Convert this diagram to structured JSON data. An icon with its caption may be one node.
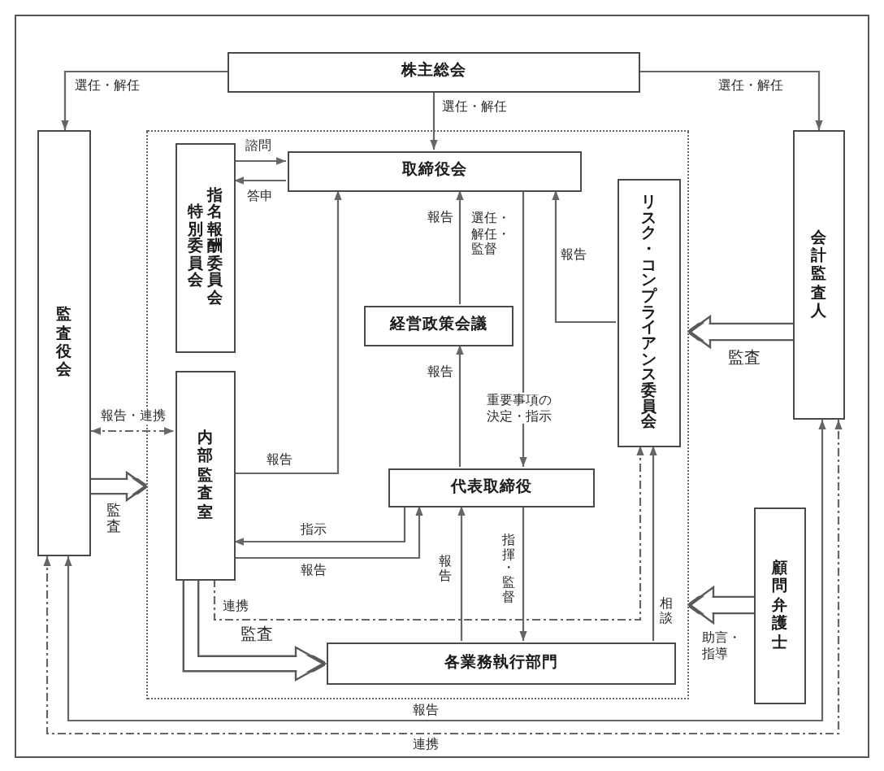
{
  "diagram": {
    "nodes": [
      {
        "text": [
          "株主総会"
        ]
      },
      {
        "text": [
          "監査役会"
        ]
      },
      {
        "text": [
          "会計監査人"
        ]
      },
      {
        "text": [],
        "shape": "box"
      },
      {
        "text": [
          "特別委員会",
          "指名報酬委員会"
        ],
        "in": 3
      },
      {
        "text": [
          "取締役会"
        ],
        "in": 3
      },
      {
        "text": [
          "リスク・コンプライアンス委員会"
        ],
        "in": 3
      },
      {
        "text": [
          "経営政策会議"
        ],
        "in": 3
      },
      {
        "text": [
          "内部監査室"
        ],
        "in": 3
      },
      {
        "text": [
          "代表取締役"
        ],
        "in": 3
      },
      {
        "text": [
          "各業務執行部門"
        ],
        "in": 3
      },
      {
        "text": [
          "顧問弁護士"
        ]
      }
    ],
    "edges": [
      {
        "from": 0,
        "to": 1,
        "arrow": "to",
        "label": "選任・解任"
      },
      {
        "from": 0,
        "to": 2,
        "arrow": "to",
        "label": "選任・解任"
      },
      {
        "from": 0,
        "to": 5,
        "arrow": "to",
        "label": "選任・解任"
      },
      {
        "from": 4,
        "to": 5,
        "arrow": "to",
        "label": "諮問"
      },
      {
        "from": 5,
        "to": 4,
        "arrow": "to",
        "label": "答申"
      },
      {
        "from": 7,
        "to": 5,
        "arrow": "to",
        "label": "報告"
      },
      {
        "from": 5,
        "to": 9,
        "arrow": "to",
        "label": "重要事項の決定・指示"
      },
      {
        "from": 9,
        "to": 7,
        "arrow": "to",
        "label": "報告"
      },
      {
        "from": 6,
        "to": 5,
        "arrow": "to",
        "label": "報告"
      },
      {
        "from": 8,
        "to": 5,
        "arrow": "to",
        "label": "報告"
      },
      {
        "from": 9,
        "to": 8,
        "arrow": "to",
        "label": "指示"
      },
      {
        "from": 8,
        "to": 9,
        "arrow": "to",
        "label": "報告"
      },
      {
        "from": 8,
        "to": 10,
        "arrow": "to",
        "label": "監査",
        "style": "thick"
      },
      {
        "from": 8,
        "to": 6,
        "arrow": "to",
        "label": "連携",
        "style": "dashed"
      },
      {
        "from": 10,
        "to": 9,
        "arrow": "to",
        "label": "報告"
      },
      {
        "from": 9,
        "to": 10,
        "arrow": "to",
        "label": "指揮・監督"
      },
      {
        "from": 10,
        "to": 6,
        "arrow": "to",
        "label": "相談"
      },
      {
        "from": 11,
        "to": 3,
        "arrow": "to",
        "label": "助言・指導",
        "style": "thick"
      },
      {
        "from": 2,
        "to": 3,
        "arrow": "to",
        "label": "監査",
        "style": "thick"
      },
      {
        "from": 1,
        "to": 3,
        "arrow": "to",
        "label": "監査",
        "style": "thick"
      },
      {
        "from": 1,
        "to": 8,
        "arrow": "both",
        "label": "報告・連携",
        "style": "dashed"
      },
      {
        "from": 2,
        "to": 1,
        "arrow": "both",
        "label": "報告"
      },
      {
        "from": 1,
        "to": 2,
        "arrow": "both",
        "label": "連携",
        "style": "dashed"
      }
    ],
    "labels": [
      "選任・解任・監督"
    ]
  }
}
